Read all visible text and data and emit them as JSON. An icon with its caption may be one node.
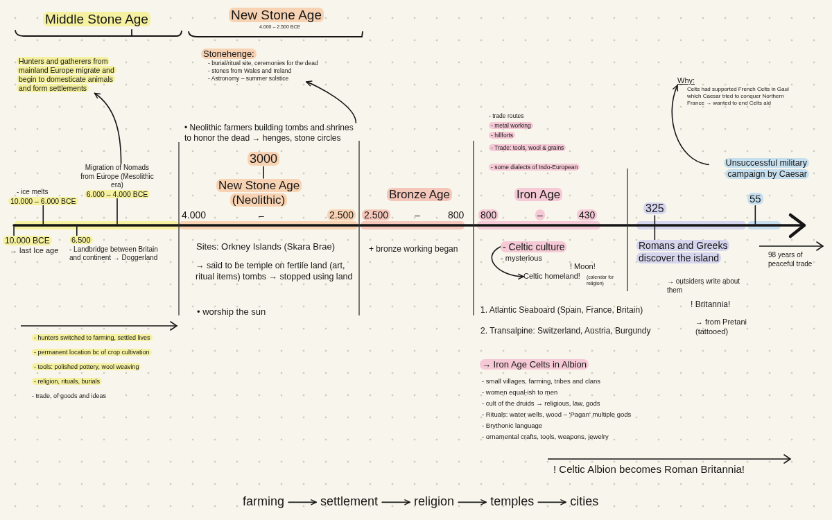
{
  "diagram": {
    "nodes": [
      {
        "text": [
          "Hunters and gatherers from mainland Europe migrate and begin to domesticate animals and form settlements"
        ]
      },
      {
        "text": [
          "Stonehenge:",
          "- burial/ritual site, ceremonies for the dead",
          "- stones from Wales and Ireland",
          "- Astronomy – summer solstice"
        ]
      },
      {
        "text": [
          "Why:",
          "Celts had supported French Celts in Gaul which Caesar tried to conquer Northern France → wanted to end Celts aid"
        ]
      },
      {
        "text": [
          "• Neolithic farmers building tombs and shrines to honor the dead → henges, stone circles"
        ]
      },
      {
        "text": [
          "3000"
        ]
      },
      {
        "text": [
          "Unsuccessful military campaign by Caesar"
        ]
      },
      {
        "text": [
          "Migration of Nomads from Europe (Mesolithic era)",
          "6.000 – 4.000 BCE"
        ]
      },
      {
        "text": [
          "New Stone Age (Neolithic)"
        ]
      },
      {
        "text": [
          "- ice melts",
          "10.000 – 6.000 BCE"
        ]
      },
      {
        "text": [
          "55"
        ]
      },
      {
        "text": [
          "325"
        ]
      },
      {
        "text": [
          "10.000 BCE",
          "→ last Ice age"
        ]
      },
      {
        "text": [
          "6.500",
          "- Landbridge between Britain and continent → Doggerland"
        ]
      },
      {
        "text": [
          "- Celtic culture",
          "- mysterious"
        ]
      },
      {
        "text": [
          "Romans and Greeks discover the island"
        ]
      },
      {
        "text": [
          "Celtic homeland!"
        ]
      },
      {
        "text": [
          "farming"
        ]
      },
      {
        "text": [
          "settlement"
        ]
      },
      {
        "text": [
          "religion"
        ]
      },
      {
        "text": [
          "temples"
        ]
      },
      {
        "text": [
          "cities"
        ]
      }
    ],
    "edges": [
      {
        "from": 6,
        "to": 0,
        "arrow": "to"
      },
      {
        "from": 3,
        "to": 1,
        "arrow": "to"
      },
      {
        "from": 4,
        "to": 7,
        "arrow": "none"
      },
      {
        "from": 5,
        "to": 2,
        "arrow": "to"
      },
      {
        "from": 8,
        "to": null,
        "arrow": "none"
      },
      {
        "from": 6,
        "to": null,
        "arrow": "none"
      },
      {
        "from": null,
        "to": 11,
        "arrow": "none"
      },
      {
        "from": null,
        "to": 12,
        "arrow": "none"
      },
      {
        "from": 10,
        "to": 14,
        "arrow": "none"
      },
      {
        "from": 9,
        "to": null,
        "arrow": "none"
      },
      {
        "from": 13,
        "to": 15,
        "arrow": "to"
      },
      {
        "from": 16,
        "to": 17,
        "arrow": "to"
      },
      {
        "from": 17,
        "to": 18,
        "arrow": "to"
      },
      {
        "from": 18,
        "to": 19,
        "arrow": "to"
      },
      {
        "from": 19,
        "to": 20,
        "arrow": "to"
      }
    ],
    "labels": [
      "Middle Stone Age",
      "New Stone Age",
      "4.000 – 2.500 BCE",
      "- trade routes",
      "- metal working",
      "- hillforts",
      "- Trade: tools, wool & grains",
      "- some dialects of Indo-European",
      "Bronze Age",
      "Iron Age",
      "4.000",
      "–",
      "2.500",
      "2.500",
      "–",
      "800",
      "800",
      "–",
      "430",
      "Sites: Orkney Islands (Skara Brae)",
      "→ said to be temple on fertile land (art, ritual items) tombs → stopped using land",
      "• worship the sun",
      "+ bronze working began",
      "! Moon!",
      "(calendar for religion)",
      "98 years of peaceful trade",
      "→ outsiders write about them",
      "! Britannia!",
      "→ from Pretani (tattooed)",
      "1. Atlantic Seaboard (Spain, France, Britain)",
      "2. Transalpine: Switzerland, Austria, Burgundy",
      "- hunters switched to farming, settled lives",
      "- permanent location bc of crop cultivation",
      "- tools: polished pottery, wool weaving",
      "- religion, rituals, burials",
      "- trade, of goods and ideas",
      "→ Iron Age Celts in Albion",
      "- small villages, farming, tribes and clans",
      "- women equal-ish to men",
      "- cult of the druids → religious, law, gods",
      "- Rituals: water wells, wood – 'Pagan' multiple gods",
      "- Brythonic language",
      "- ornamental crafts, tools, weapons, jewelry",
      "! Celtic Albion becomes Roman Britannia!"
    ]
  }
}
